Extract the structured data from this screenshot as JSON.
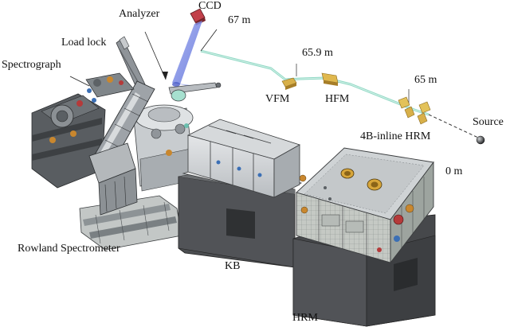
{
  "labels": {
    "analyzer": "Analyzer",
    "ccd": "CCD",
    "dist_67": "67 m",
    "load_lock": "Load lock",
    "spectrograph": "Spectrograph",
    "dist_659": "65.9 m",
    "vfm": "VFM",
    "hfm": "HFM",
    "dist_65": "65 m",
    "source": "Source",
    "inline_hrm": "4B-inline HRM",
    "dist_0": "0 m",
    "rowland": "Rowland Spectrometer",
    "kb": "KB",
    "hrm": "HRM"
  },
  "colors": {
    "beam": "#8fd8c4",
    "mirror": "#d8b04a",
    "machine_light": "#d3d6d8",
    "machine_mid": "#9ea3a8",
    "machine_dark": "#55595d",
    "plinth": "#4a4c4f",
    "ccd": "#c2404a",
    "cone": "#7f8fe0"
  }
}
